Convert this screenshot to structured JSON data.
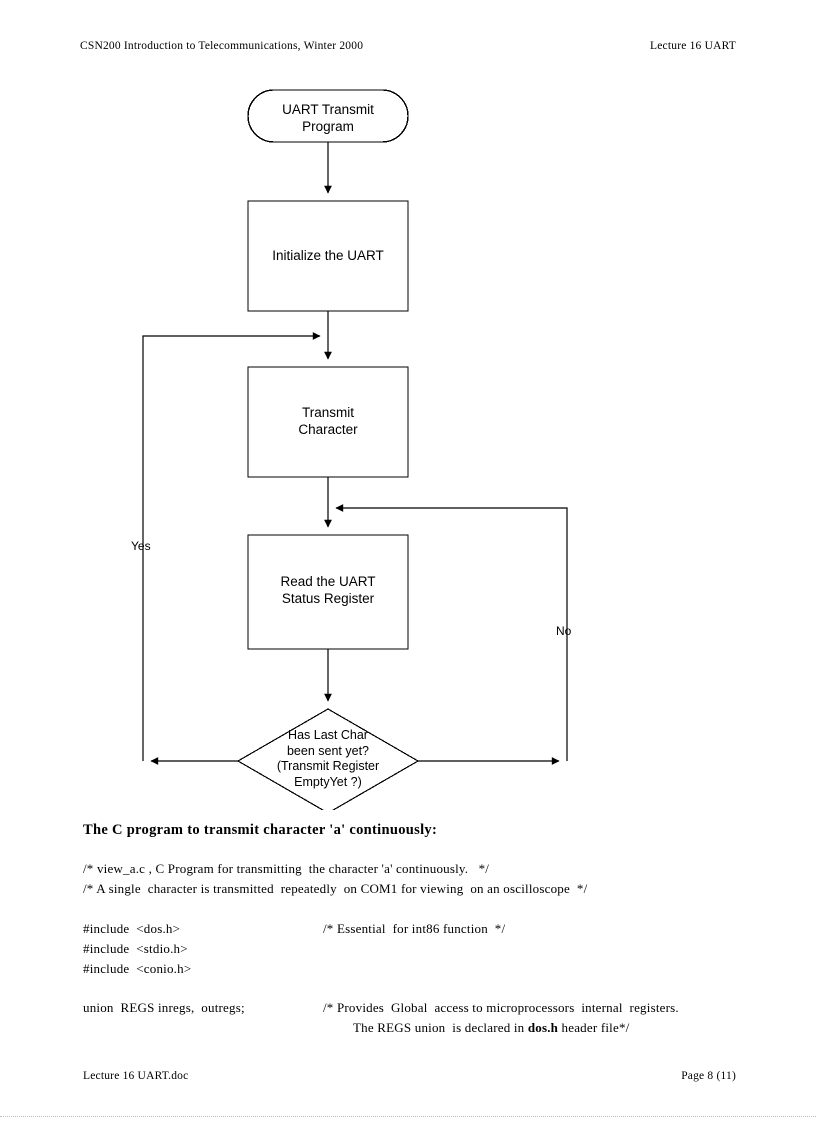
{
  "header": {
    "left": "CSN200 Introduction to Telecommunications, Winter 2000",
    "right": "Lecture 16 UART"
  },
  "flowchart": {
    "title": "UART Transmit Program flowchart",
    "nodes": {
      "start": "UART Transmit\nProgram",
      "init": "Initialize the UART",
      "transmit": "Transmit\nCharacter",
      "read_status": "Read the UART\nStatus Register",
      "decision": "Has Last Char\nbeen sent yet?\n(Transmit Register\nEmptyYet ?)"
    },
    "edge_labels": {
      "yes": "Yes",
      "no": "No"
    },
    "line_color": "#000000"
  },
  "content": {
    "section_heading": "The C program to transmit character 'a' continuously:",
    "comment_line_1": "/* view_a.c , C Program for transmitting  the character 'a' continuously.   */",
    "comment_line_2": "/* A single  character is transmitted  repeatedly  on COM1 for viewing  on an oscilloscope  */",
    "include_dos": "#include  <dos.h>",
    "include_dos_comment": "/* Essential  for int86 function  */",
    "include_stdio": "#include  <stdio.h>",
    "include_conio": "#include  <conio.h>",
    "union_decl": "union  REGS inregs,  outregs;",
    "union_comment_1": "/* Provides  Global  access to microprocessors  internal  registers.",
    "union_comment_2_pre": "The REGS union  is declared in ",
    "union_comment_2_bold": "dos.h",
    "union_comment_2_post": " header file*/"
  },
  "footer": {
    "left": "Lecture 16 UART.doc",
    "right": "Page 8 (11)"
  }
}
